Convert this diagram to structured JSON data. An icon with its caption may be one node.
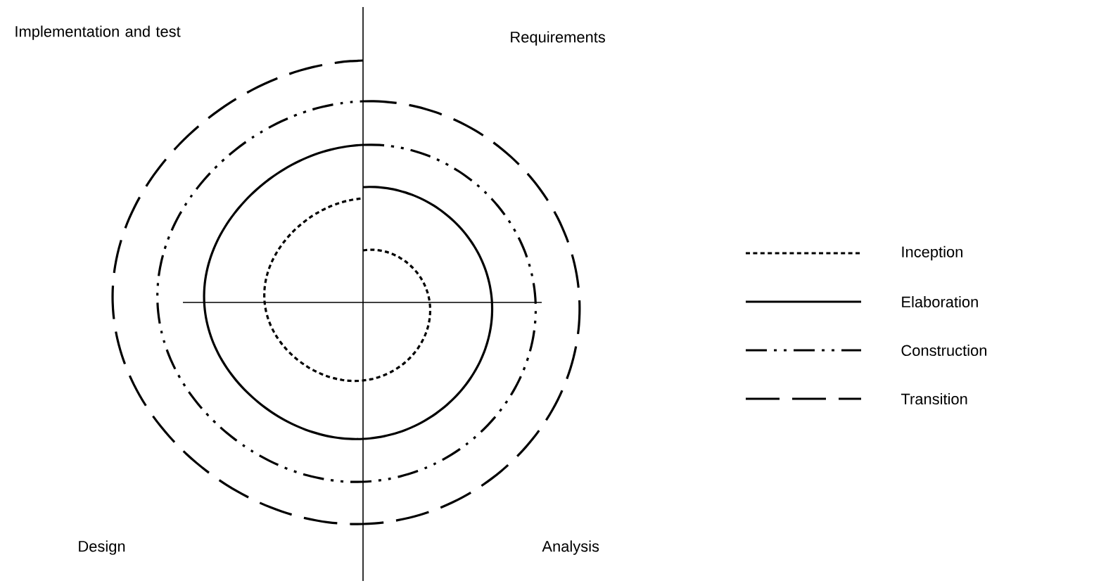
{
  "diagram": {
    "labels": [
      "Implementation and test",
      "Requirements",
      "Design",
      "Analysis"
    ],
    "legend": [
      {
        "text": "Inception"
      },
      {
        "text": "Elaboration"
      },
      {
        "text": "Construction"
      },
      {
        "text": "Transition"
      }
    ]
  }
}
